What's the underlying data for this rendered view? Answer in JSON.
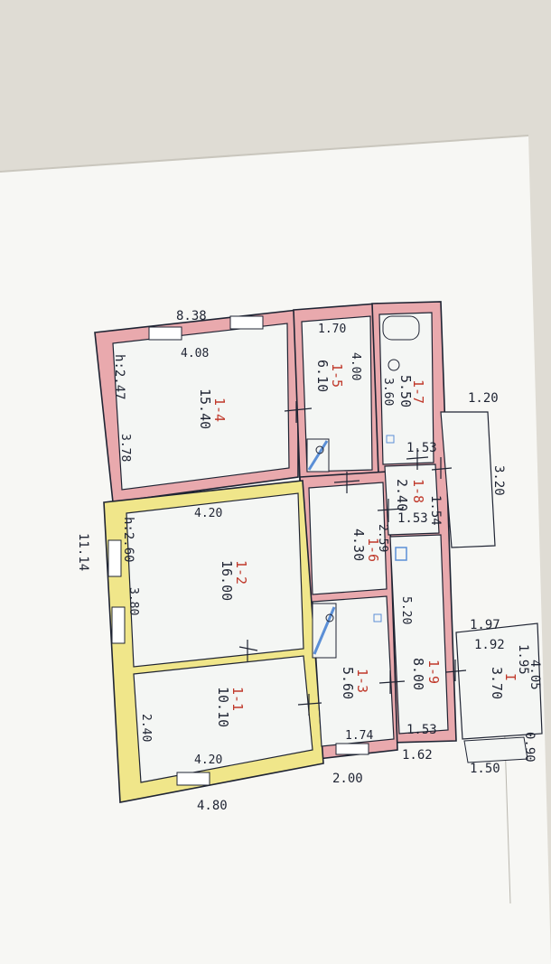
{
  "colors": {
    "wall_pink": "#e9a9ad",
    "wall_yellow": "#f0e68a",
    "room_fill": "#f4f6f4",
    "ink": "#1f2433",
    "index_red": "#c0392b",
    "fixture_blue": "#5b8fd6"
  },
  "dimensions": {
    "overall_width": "8.38",
    "overall_bottom": "4.80",
    "left_side_total": "11.14",
    "top_right_right": "3.20",
    "porch_right": "4.05",
    "right_small": "1.20",
    "porch_side": "0.90",
    "porch_bottom": "1.50",
    "bottom_mid": "2.00",
    "corridor_bottom": "1.62",
    "corridor_top": "1.53",
    "hall_top": "1.54",
    "hall_dim": "1.53",
    "porch_a": "1.97",
    "porch_b": "1.92",
    "porch_c": "1.95",
    "corr_b": "1.53"
  },
  "heights": {
    "h1": "h:2.47",
    "h2": "h:2.60"
  },
  "rooms": [
    {
      "index": "1-4",
      "area": "15.40",
      "w": "4.08",
      "d": "3.78"
    },
    {
      "index": "1-5",
      "area": "6.10",
      "w": "1.70",
      "d": "4.00"
    },
    {
      "index": "1-7",
      "area": "5.50",
      "w": "3.60"
    },
    {
      "index": "1-8",
      "area": "2.40"
    },
    {
      "index": "1-2",
      "area": "16.00",
      "w": "4.20",
      "d": "3.80"
    },
    {
      "index": "1-6",
      "area": "4.30",
      "w": "2.59"
    },
    {
      "index": "1-1",
      "area": "10.10",
      "w": "4.20",
      "d": "2.40"
    },
    {
      "index": "1-3",
      "area": "5.60",
      "w": "1.74"
    },
    {
      "index": "1-9",
      "area": "8.00",
      "w": "5.20"
    },
    {
      "index": "I",
      "area": "3.70"
    }
  ]
}
